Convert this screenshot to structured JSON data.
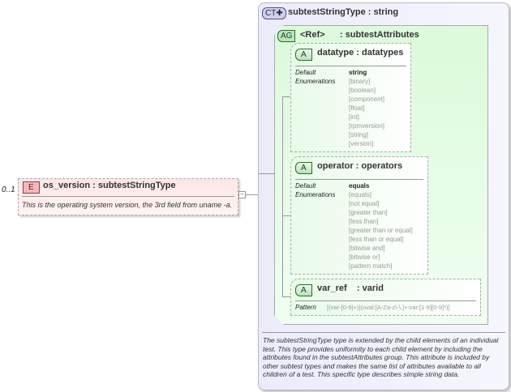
{
  "element": {
    "occurrence": "0..1",
    "badge": "E",
    "title": "os_version  : subtestStringType",
    "description": "This is the operating system version, the 3rd field from uname -a.",
    "collapse": "−"
  },
  "complex_type": {
    "badge": "CT✚",
    "title": "subtestStringType : string",
    "description": "The subtestStringType type is extended by the child elements of an individual test.  This type provides uniformity to each child element by including the attributes found in the subtestAttributes group.  This attribute is included by other subtest types and makes the same list of attributes available to all children of a test.  This specific type describes simple string data."
  },
  "attribute_group": {
    "badge": "AG",
    "title": "<Ref>      : subtestAttributes"
  },
  "attributes": [
    {
      "badge": "A",
      "title": "datatype : datatypes",
      "default_label": "Default",
      "default": "string",
      "enum_label": "Enumerations",
      "enumerations": [
        "[binary]",
        "[boolean]",
        "[component]",
        "[float]",
        "[int]",
        "[rpmversion]",
        "[string]",
        "[version]"
      ]
    },
    {
      "badge": "A",
      "title": "operator : operators",
      "default_label": "Default",
      "default": "equals",
      "enum_label": "Enumerations",
      "enumerations": [
        "[equals]",
        "[not equal]",
        "[greater than]",
        "[less than]",
        "[greater than or equal]",
        "[less than or equal]",
        "[bitwise and]",
        "[bitwise or]",
        "[pattern match]"
      ]
    },
    {
      "badge": "A",
      "title": "var_ref    : varid",
      "pattern_label": "Pattern",
      "pattern": "[(var-[0-9]+)|(oval:[A-Za-z\\-\\.]+:var:[1-9][0-9]*)]"
    }
  ]
}
